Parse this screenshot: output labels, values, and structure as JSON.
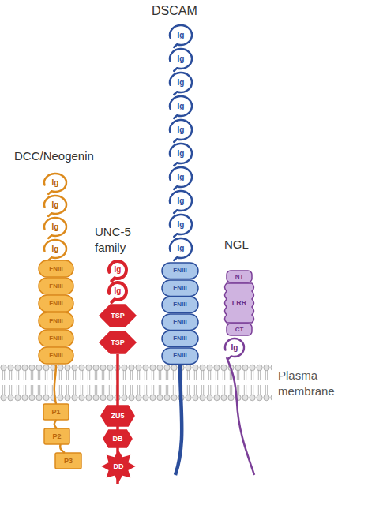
{
  "diagram": {
    "nodes": [
      {
        "text": [
          "Ig"
        ]
      },
      {
        "text": [
          "Ig"
        ]
      },
      {
        "text": [
          "Ig"
        ]
      },
      {
        "text": [
          "Ig"
        ]
      },
      {
        "text": [
          "FNIII"
        ]
      },
      {
        "text": [
          "FNIII"
        ]
      },
      {
        "text": [
          "FNIII"
        ]
      },
      {
        "text": [
          "FNIII"
        ]
      },
      {
        "text": [
          "FNIII"
        ]
      },
      {
        "text": [
          "FNIII"
        ]
      },
      {
        "text": [
          "P1"
        ]
      },
      {
        "text": [
          "P2"
        ]
      },
      {
        "text": [
          "P3"
        ]
      },
      {
        "text": [
          "Ig"
        ]
      },
      {
        "text": [
          "Ig"
        ]
      },
      {
        "text": [
          "TSP"
        ]
      },
      {
        "text": [
          "TSP"
        ]
      },
      {
        "text": [
          "ZU5"
        ]
      },
      {
        "text": [
          "DB"
        ]
      },
      {
        "text": [
          "DD"
        ]
      },
      {
        "text": [
          "Ig"
        ]
      },
      {
        "text": [
          "Ig"
        ]
      },
      {
        "text": [
          "Ig"
        ]
      },
      {
        "text": [
          "Ig"
        ]
      },
      {
        "text": [
          "Ig"
        ]
      },
      {
        "text": [
          "Ig"
        ]
      },
      {
        "text": [
          "Ig"
        ]
      },
      {
        "text": [
          "Ig"
        ]
      },
      {
        "text": [
          "Ig"
        ]
      },
      {
        "text": [
          "Ig"
        ]
      },
      {
        "text": [
          "FNIII"
        ]
      },
      {
        "text": [
          "FNIII"
        ]
      },
      {
        "text": [
          "FNIII"
        ]
      },
      {
        "text": [
          "FNIII"
        ]
      },
      {
        "text": [
          "FNIII"
        ]
      },
      {
        "text": [
          "FNIII"
        ]
      },
      {
        "text": [
          "NT"
        ]
      },
      {
        "text": [
          "LRR"
        ]
      },
      {
        "text": [
          "CT"
        ]
      },
      {
        "text": [
          "Ig"
        ]
      }
    ],
    "edges": [
      {
        "from": 10,
        "to": 11,
        "arrow": "none"
      },
      {
        "from": 11,
        "to": 12,
        "arrow": "none"
      }
    ],
    "labels": [
      "DCC/Neogenin",
      "UNC-5 family",
      "DSCAM",
      "NGL",
      "Plasma membrane"
    ]
  }
}
